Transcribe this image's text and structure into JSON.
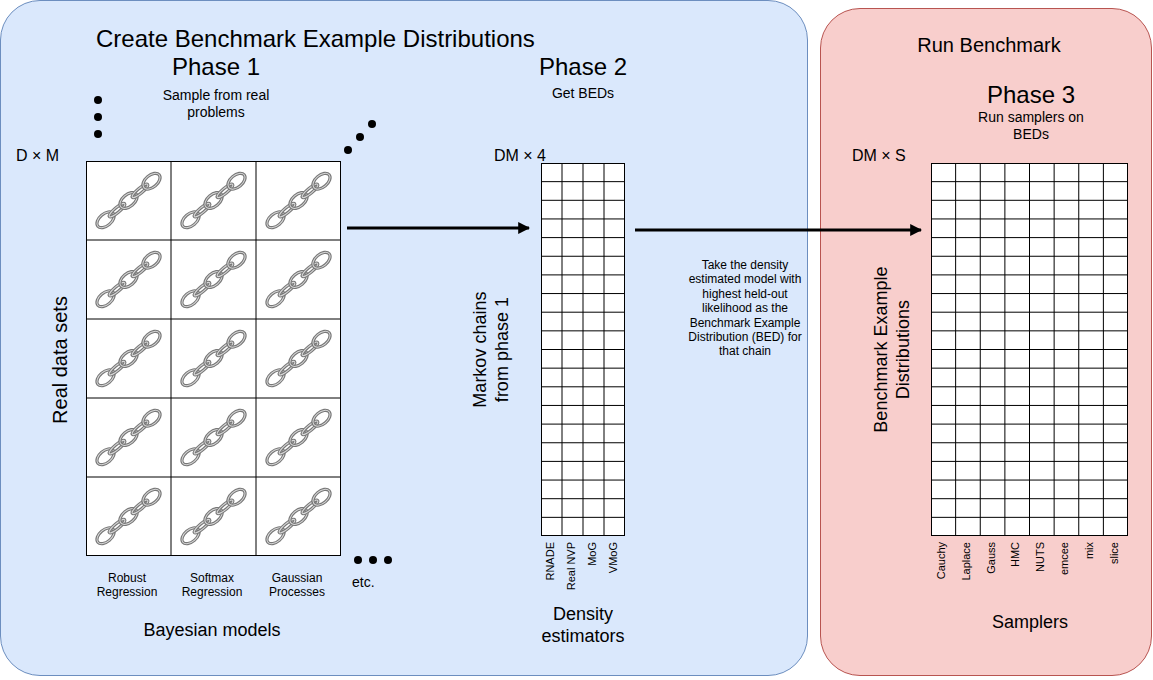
{
  "diagram": {
    "nodes": [
      {
        "text": [
          "Create Benchmark Example Distributions"
        ]
      },
      {
        "text": [
          "Phase 1",
          "Sample from real problems"
        ],
        "in": 0
      },
      {
        "text": [
          "Phase 2",
          "Get BEDs"
        ],
        "in": 0
      },
      {
        "text": [
          "Run Benchmark"
        ]
      },
      {
        "text": [
          "Phase 3",
          "Run samplers on BEDs"
        ],
        "in": 3
      }
    ],
    "edges": [
      {
        "from": 1,
        "to": 2,
        "arrow": "to"
      },
      {
        "from": 2,
        "to": 4,
        "arrow": "to",
        "label": "Take the density estimated model with highest held-out likelihood as the Benchmark Example Distribution (BED) for that chain"
      }
    ],
    "labels": [
      "D × M",
      "Real data sets",
      "Robust Regression",
      "Softmax Regression",
      "Gaussian Processes",
      "etc.",
      "Bayesian models",
      "DM × 4",
      "Markov chains from phase 1",
      "RNADE",
      "Real NVP",
      "MoG",
      "VMoG",
      "Density estimators",
      "DM × S",
      "Benchmark Example Distributions",
      "Cauchy",
      "Laplace",
      "Gauss",
      "HMC",
      "NUTS",
      "emcee",
      "mix",
      "slice",
      "Samplers"
    ]
  }
}
